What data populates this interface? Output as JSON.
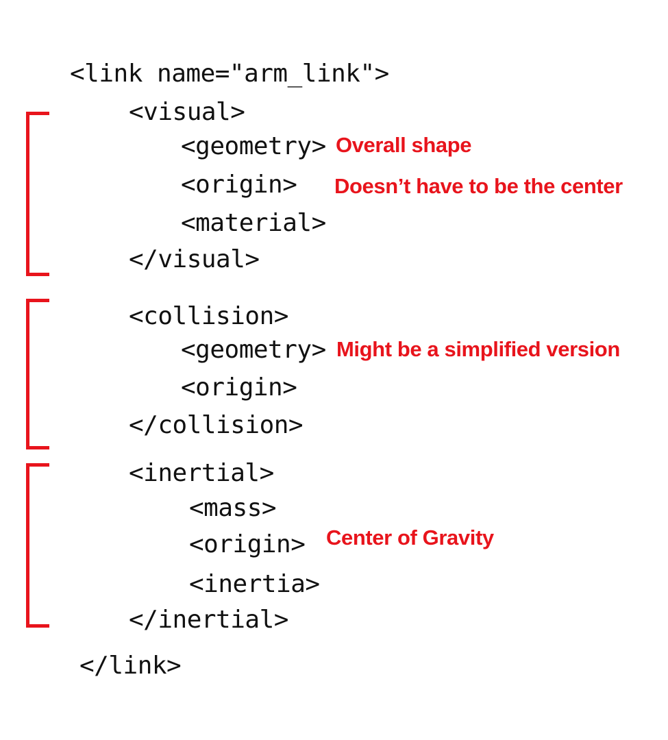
{
  "accent_color": "#e8141c",
  "code": {
    "link_open": "<link name=\"arm_link\">",
    "visual_open": "<visual>",
    "visual_geometry": "<geometry>",
    "visual_origin": "<origin>",
    "visual_material": "<material>",
    "visual_close": "</visual>",
    "collision_open": "<collision>",
    "collision_geometry": "<geometry>",
    "collision_origin": "<origin>",
    "collision_close": "</collision>",
    "inertial_open": "<inertial>",
    "inertial_mass": "<mass>",
    "inertial_origin": "<origin>",
    "inertial_inertia": "<inertia>",
    "inertial_close": "</inertial>",
    "link_close": "</link>"
  },
  "notes": {
    "visual_geometry": "Overall shape",
    "visual_origin": "Doesn’t have to be the center",
    "collision_geometry": "Might be a simplified version",
    "inertial_origin": "Center of Gravity"
  }
}
